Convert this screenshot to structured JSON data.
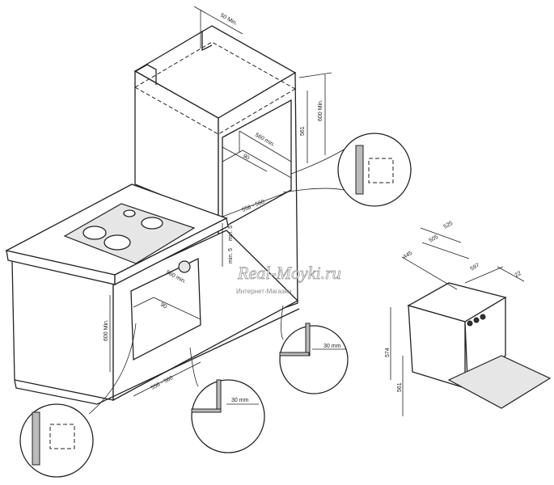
{
  "upper_cabinet": {
    "top_gap": "50 Min.",
    "height_total": "600 Min.",
    "niche_height": "561",
    "niche_depth": "560 min.",
    "back_gap": "90",
    "niche_width": "558 - 560"
  },
  "hob_clearance": {
    "label_1": "min. 5",
    "label_2": "min. 5"
  },
  "base_cabinet": {
    "niche_depth": "560 min.",
    "back_gap": "90",
    "niche_height": "600 Min.",
    "niche_width": "556 - 560"
  },
  "detail_views": {
    "plinth_gap_1": "30 mm",
    "plinth_gap_2": "30 mm"
  },
  "oven": {
    "depth_total": "525",
    "depth_body": "505",
    "depth_inner": "445",
    "width": "597",
    "front_thickness": "22",
    "height": "574",
    "lower_height": "561"
  },
  "watermark": {
    "brand": "Real-Moyki.ru",
    "subtitle": "Интернет-Магазин"
  }
}
